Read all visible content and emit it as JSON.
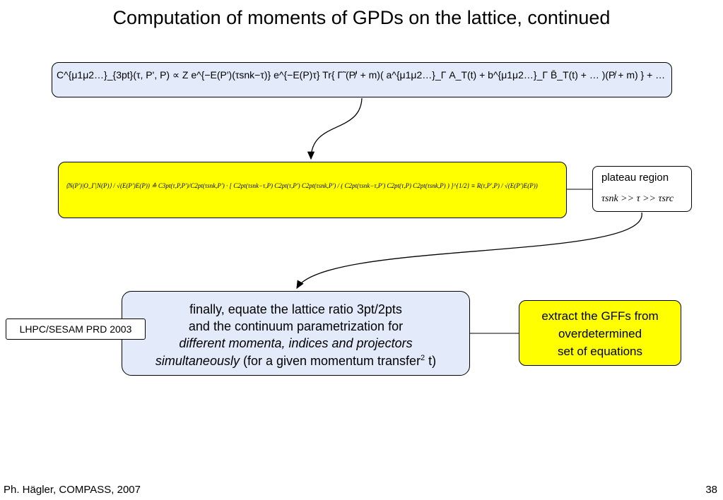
{
  "slide": {
    "title": "Computation of moments of GPDs on the lattice, continued",
    "equation_top": "C^{μ1μ2…}_{3pt}(τ, P', P) ∝ Z e^{−E(P')(τsnk−τ)} e^{−E(P)τ} Tr{ Γ̃ (P̸' + m)( a^{μ1μ2…}_Γ A_T(t) + b^{μ1μ2…}_Γ B̄_T(t) + … )(P̸ + m) } + …",
    "equation_ratio": "⟨N(P')|O_Γ|N(P)⟩ / √(E(P')E(P)) ≙ C3pt(τ,P,P')/C2pt(τsnk,P') · [ C2pt(τsnk−τ,P) C2pt(τ,P') C2pt(τsnk,P') / ( C2pt(τsnk−τ,P') C2pt(τ,P) C2pt(τsnk,P) ) ]^{1/2} ≡ R(τ,P',P) / √(E(P')E(P))",
    "plateau_label": "plateau  region",
    "plateau_condition": "τsnk >> τ >> τsrc",
    "final_lines": [
      "finally, equate the lattice ratio 3pt/2pts",
      "and the continuum parametrization for",
      "different momenta, indices and projectors"
    ],
    "final_last_italic": "simultaneously",
    "final_last_rest": " (for a given momentum transfer",
    "final_last_sup": "2",
    "final_last_end": " t)",
    "extract_lines": [
      "extract the GFFs from",
      "overdetermined",
      "set of equations"
    ],
    "reference": "LHPC/SESAM PRD 2003",
    "footer_left": "Ph. Hägler, COMPASS, 2007",
    "page_number": "38"
  }
}
